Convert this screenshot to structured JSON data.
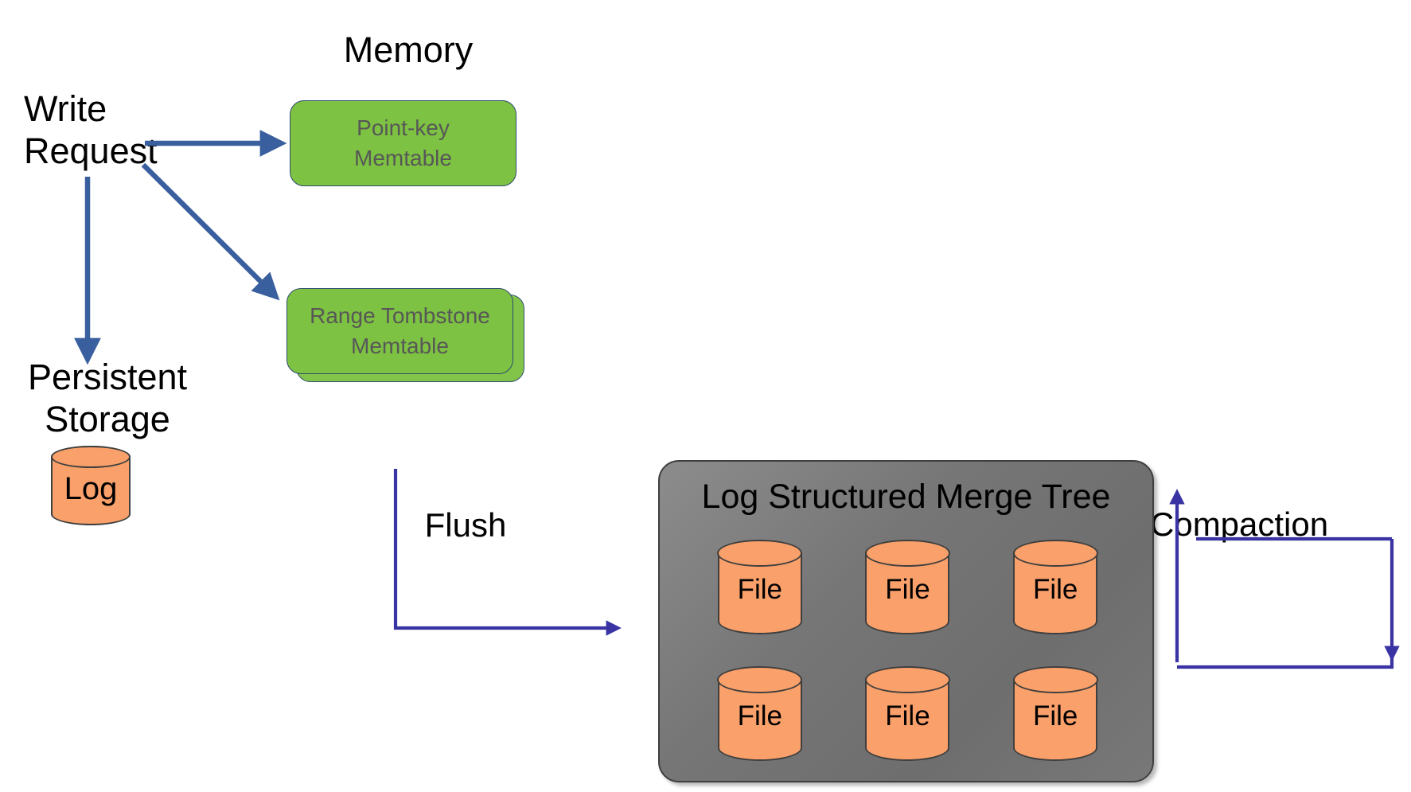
{
  "diagram": {
    "title_memory": "Memory",
    "write_request": "Write\nRequest",
    "persistent_storage": "Persistent\nStorage",
    "flush": "Flush",
    "compaction": "Compaction",
    "lsm_title": "Log Structured Merge Tree",
    "point_key_memtable": "Point-key\nMemtable",
    "range_tombstone_memtable": "Range Tombstone\nMemtable",
    "log_cylinder": "Log",
    "files": [
      {
        "label": "File"
      },
      {
        "label": "File"
      },
      {
        "label": "File"
      },
      {
        "label": "File"
      },
      {
        "label": "File"
      },
      {
        "label": "File"
      }
    ],
    "colors": {
      "memtable_fill": "#7DC242",
      "memtable_border": "#2E4B6E",
      "memtable_text": "#575757",
      "cylinder_fill": "#FAA06A",
      "cylinder_border": "#3F3F3F",
      "lsm_fill": "#767676",
      "lsm_border": "#3F3F3F",
      "arrow_blue_thick": "#3A5F9E",
      "arrow_blue_thin": "#3A33A3",
      "text": "#000000",
      "background": "#FFFFFF"
    },
    "arrows": [
      {
        "name": "write-to-point-key-memtable",
        "kind": "straight-right"
      },
      {
        "name": "write-to-range-tombstone-memtable",
        "kind": "diagonal-down-right"
      },
      {
        "name": "write-to-log",
        "kind": "straight-down"
      },
      {
        "name": "flush-elbow-to-lsm",
        "kind": "elbow-down-right"
      },
      {
        "name": "compaction-loop",
        "kind": "rectangular-loop"
      }
    ]
  }
}
